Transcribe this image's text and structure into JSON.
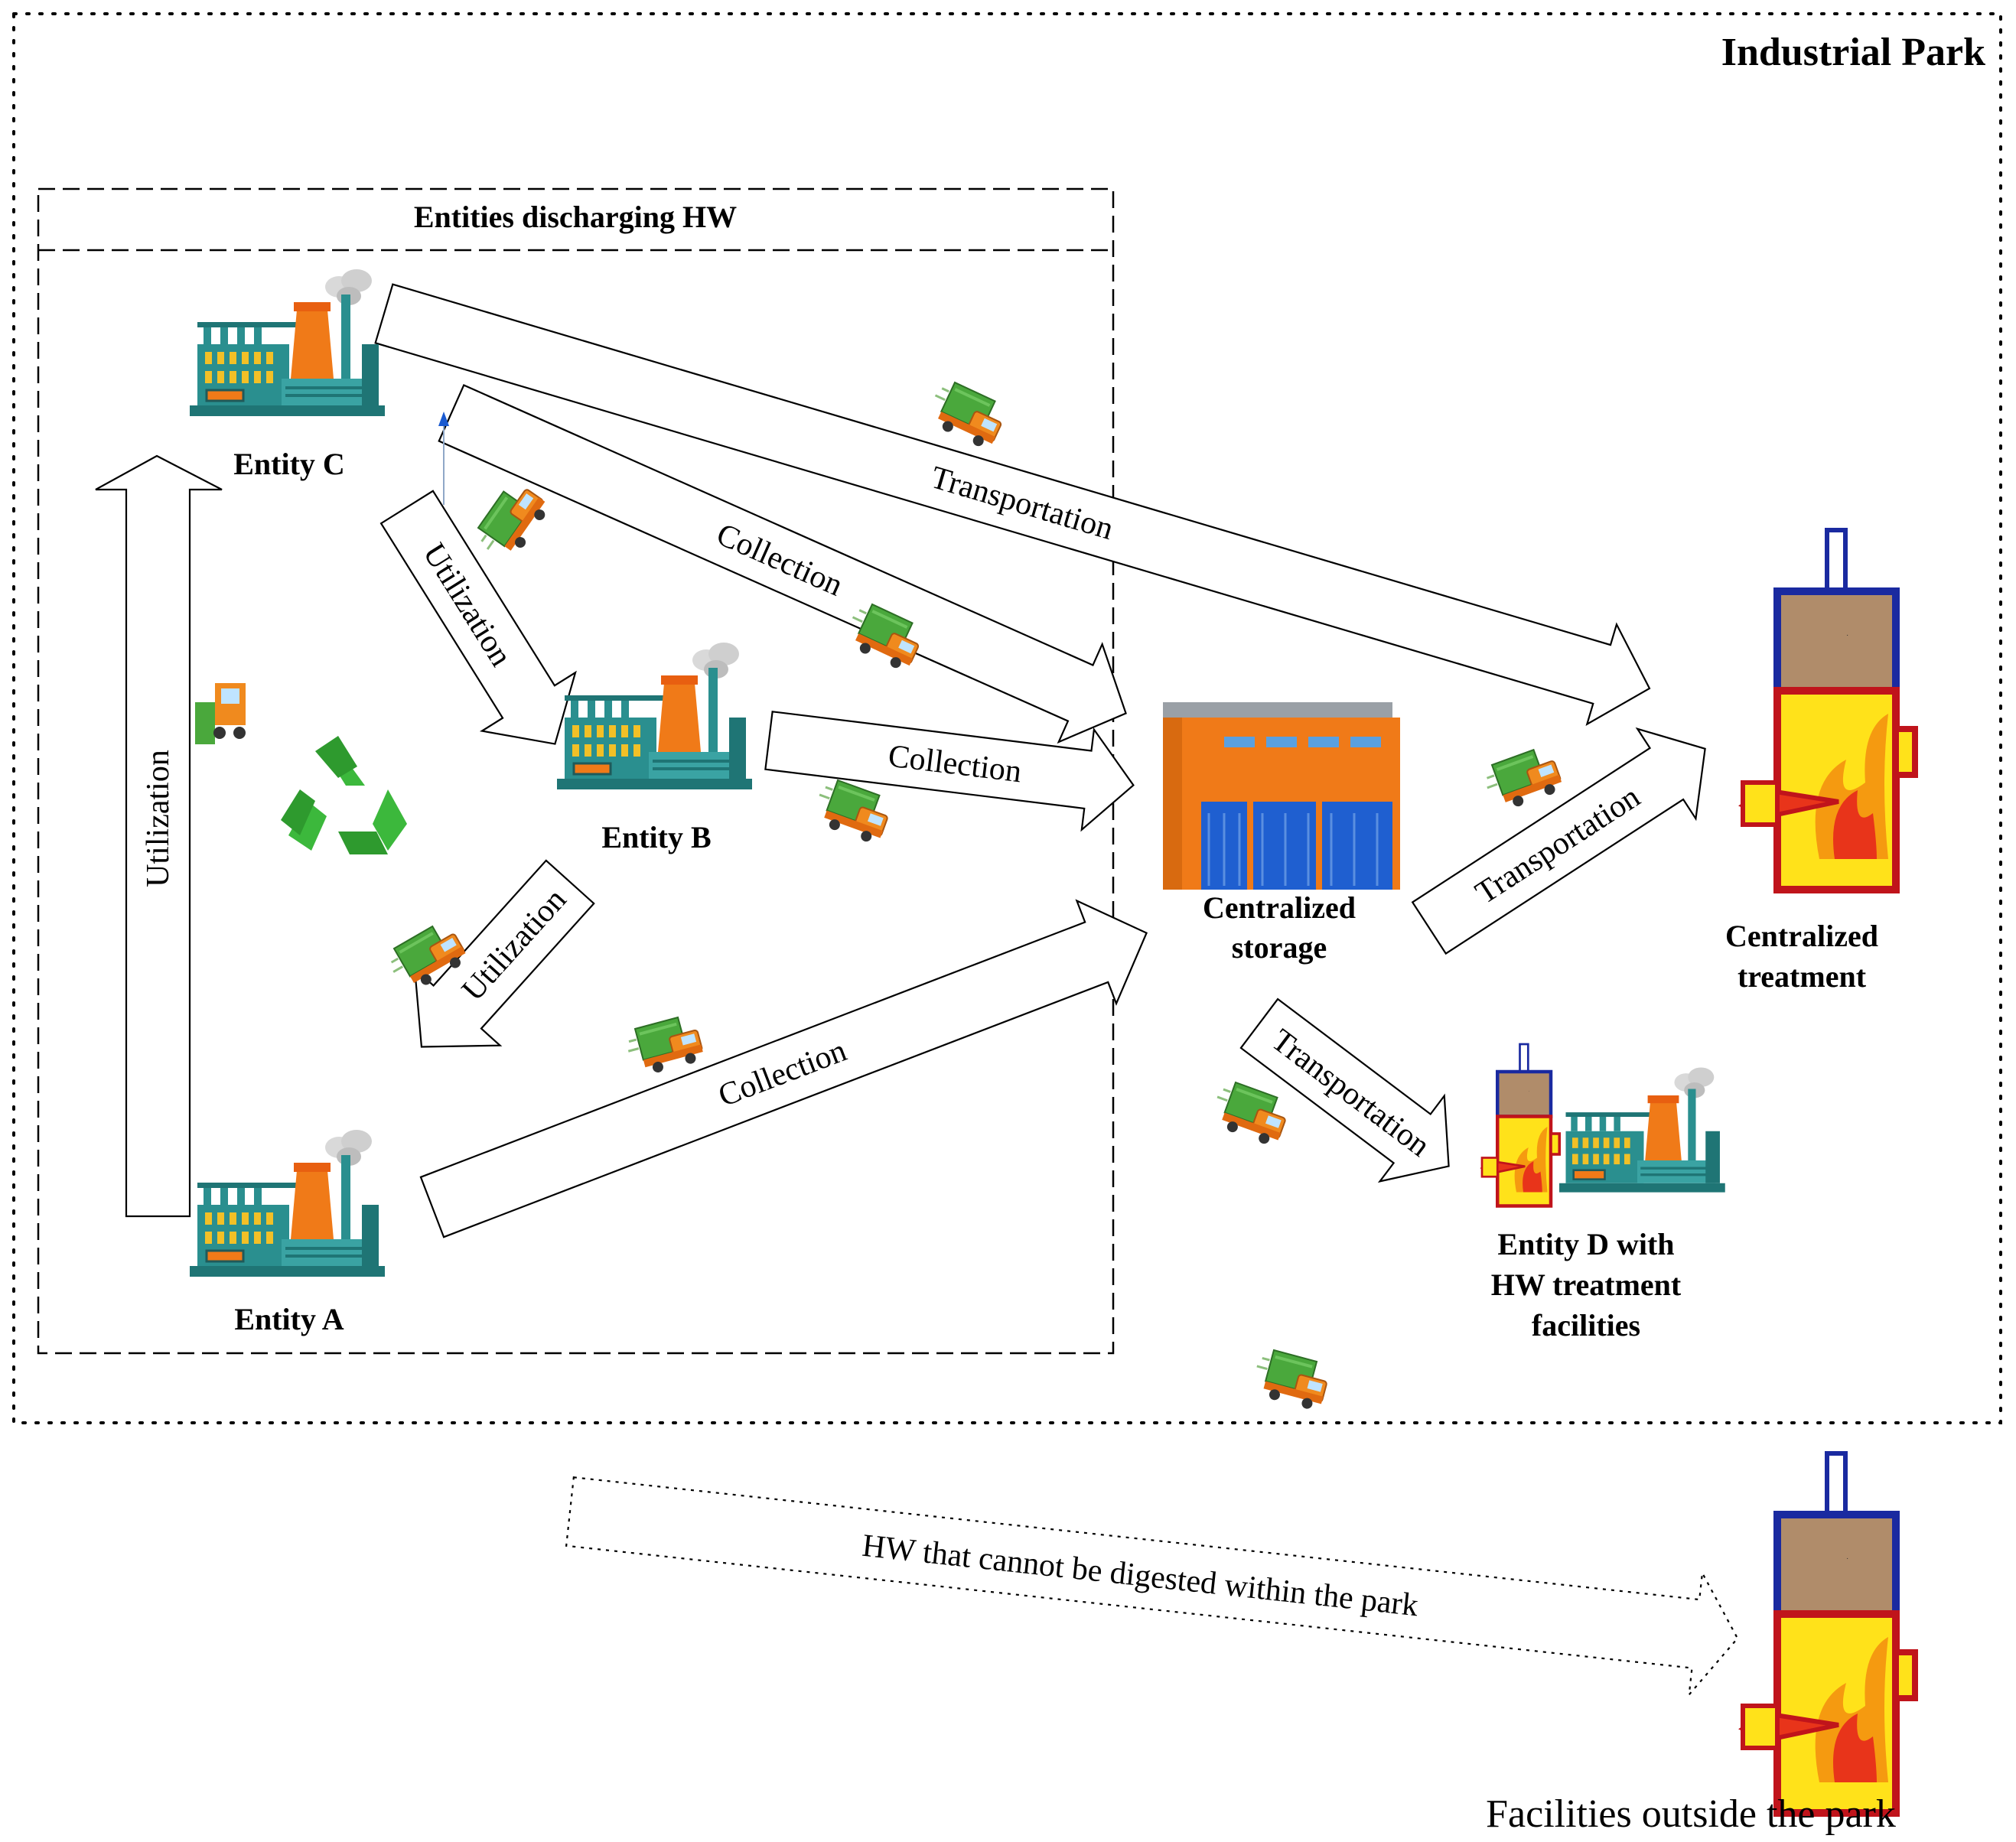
{
  "park": {
    "title": "Industrial Park"
  },
  "discharge_box": {
    "title": "Entities discharging HW"
  },
  "entities": {
    "a": "Entity A",
    "b": "Entity B",
    "c": "Entity C",
    "d_lines": [
      "Entity D with",
      "HW treatment",
      "facilities"
    ]
  },
  "storage": {
    "lines": [
      "Centralized",
      "storage"
    ]
  },
  "treatment": {
    "lines": [
      "Centralized",
      "treatment"
    ]
  },
  "outside": {
    "label": "Facilities outside the park"
  },
  "flows": {
    "utilization_left": "Utilization",
    "utilization_c_b": "Utilization",
    "utilization_b_a": "Utilization",
    "collection_c": "Collection",
    "collection_b": "Collection",
    "collection_a": "Collection",
    "transportation_c": "Transportation",
    "transportation_storage_treatment": "Transportation",
    "transportation_storage_d": "Transportation",
    "outside_flow": "HW that cannot be digested within the park"
  },
  "icons": [
    "factory-icon",
    "truck-icon",
    "forklift-icon",
    "recycle-icon",
    "warehouse-icon",
    "incinerator-icon"
  ],
  "colors": {
    "factory_teal": "#2a8f8f",
    "factory_orange": "#f07a18",
    "incinerator_red": "#c0141b",
    "incinerator_blue": "#1a2aa0",
    "flame_yellow": "#ffe21a",
    "truck_green": "#4aa83c",
    "recycle_green": "#3cb83c",
    "warehouse_blue": "#1f5fd0"
  }
}
